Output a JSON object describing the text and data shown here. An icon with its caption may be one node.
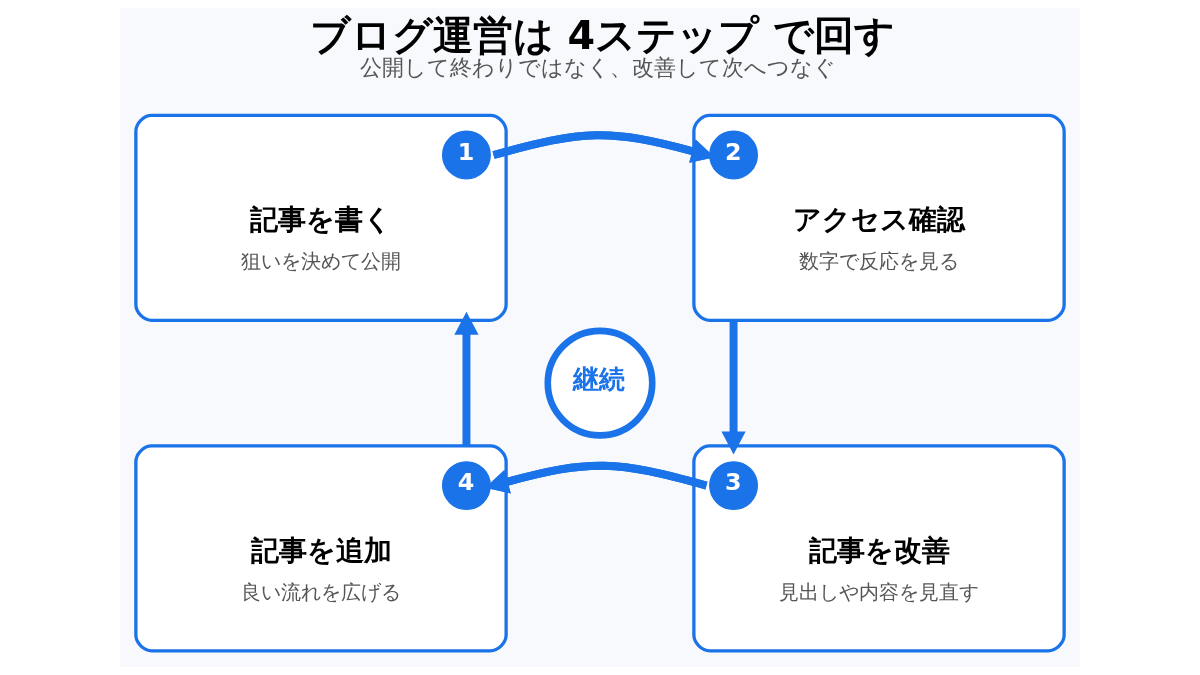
{
  "diagram": {
    "title": "ブログ運営は 4ステップ で回す",
    "caption": "公開して終わりではなく、改善して次へつなぐ",
    "nodes": [
      {
        "text": [
          "記事を書く",
          "狙いを決めて公開"
        ]
      },
      {
        "text": [
          "1"
        ],
        "in": 0
      },
      {
        "text": [
          "アクセス確認",
          "数字で反応を見る"
        ]
      },
      {
        "text": [
          "2"
        ],
        "in": 2
      },
      {
        "text": [
          "記事を改善",
          "見出しや内容を見直す"
        ]
      },
      {
        "text": [
          "3"
        ],
        "in": 4
      },
      {
        "text": [
          "記事を追加",
          "良い流れを広げる"
        ]
      },
      {
        "text": [
          "4"
        ],
        "in": 6
      },
      {
        "text": [
          "継続"
        ]
      }
    ],
    "edges": [
      {
        "from": 0,
        "to": 2,
        "arrow": "to"
      },
      {
        "from": 2,
        "to": 4,
        "arrow": "to"
      },
      {
        "from": 4,
        "to": 6,
        "arrow": "to"
      },
      {
        "from": 6,
        "to": 0,
        "arrow": "to"
      }
    ]
  }
}
